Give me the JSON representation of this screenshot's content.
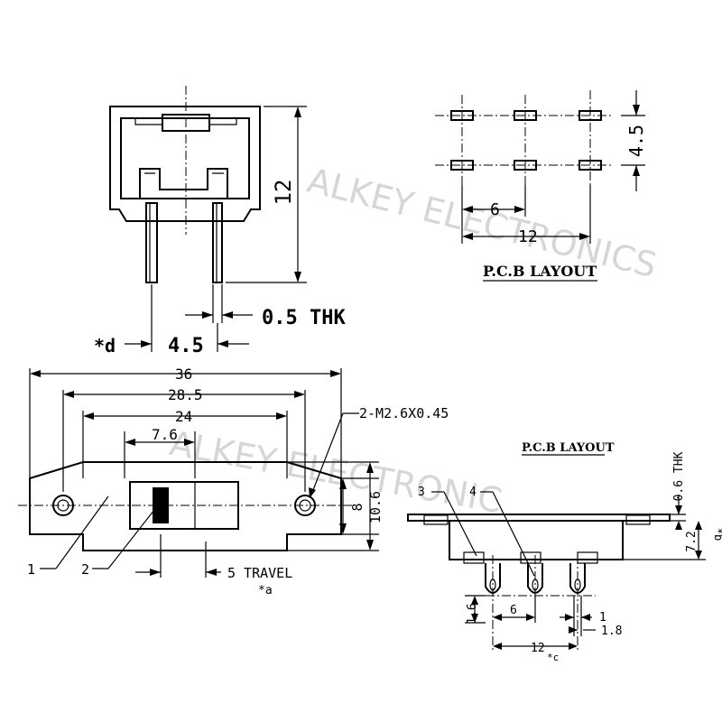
{
  "watermark": {
    "line1": "ALKEY ELECTRONICS",
    "line2": "ALKEY ELECTRONIC"
  },
  "side_view": {
    "height_dim": "12",
    "thickness_label": "0.5 THK",
    "pitch_dim": "4.5",
    "pin_note": "*d"
  },
  "pcb_layout_top": {
    "title": "P.C.B LAYOUT",
    "pitch_x": "6",
    "span_x": "12",
    "pitch_y": "4.5"
  },
  "top_view": {
    "overall_length": "36",
    "hole_spacing": "28.5",
    "body_length": "24",
    "knob_width": "7.6",
    "screw_note": "2-M2.6X0.45",
    "body_width": "8",
    "overall_width": "10.6",
    "travel": "5 TRAVEL",
    "travel_note": "*a",
    "callout_1": "1",
    "callout_2": "2"
  },
  "pcb_layout_bottom": {
    "title": "P.C.B LAYOUT",
    "thickness": "0.6 THK",
    "height": "7.2",
    "height_note": "*b",
    "pin_length": "1.6",
    "pitch": "6",
    "span": "12",
    "span_note": "*c",
    "slot_width": "1",
    "slot_length": "1.8",
    "callout_3": "3",
    "callout_4": "4"
  }
}
